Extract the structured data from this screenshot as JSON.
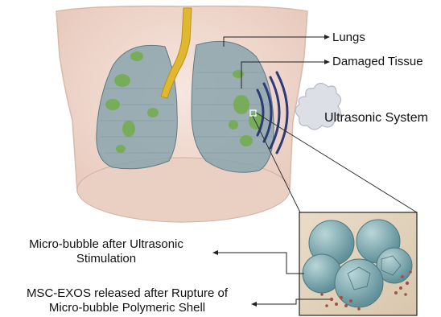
{
  "labels": {
    "lungs": "Lungs",
    "damaged_tissue": "Damaged Tissue",
    "ultrasonic_system": "Ultrasonic System",
    "micro_bubble_line1": "Micro-bubble after Ultrasonic",
    "micro_bubble_line2": "Stimulation",
    "msc_line1": "MSC-EXOS released after Rupture of",
    "msc_line2": "Micro-bubble Polymeric Shell"
  },
  "colors": {
    "torso": "#f2d9cf",
    "torso_edge": "#d9b9ab",
    "lung": "#8aa5ad",
    "tissue_green": "#6fae44",
    "trachea": "#e0b830",
    "ultrasound_wave": "#2b3a7a",
    "transducer": "#dcdfe6",
    "bubble": "#7aa8b0",
    "exosome": "#a0524a"
  }
}
